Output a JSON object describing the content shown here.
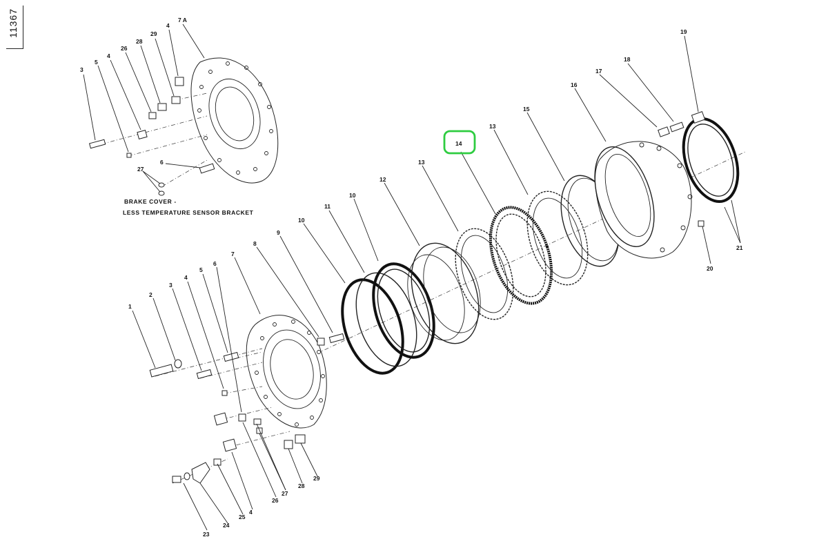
{
  "plate_number": "11367",
  "inset_caption_line1": "BRAKE COVER -",
  "inset_caption_line2": "LESS TEMPERATURE SENSOR BRACKET",
  "highlight_color": "#2ecc40",
  "highlighted_callout": "14",
  "callouts": {
    "c1": "1",
    "c2": "2",
    "c3a": "3",
    "c4a": "4",
    "c5a": "5",
    "c6a": "6",
    "c7": "7",
    "c8": "8",
    "c9": "9",
    "c10a": "10",
    "c11": "11",
    "c10b": "10",
    "c12": "12",
    "c13a": "13",
    "c14": "14",
    "c13b": "13",
    "c15": "15",
    "c16": "16",
    "c17": "17",
    "c18": "18",
    "c19": "19",
    "c20": "20",
    "c21": "21",
    "c23": "23",
    "c24": "24",
    "c25": "25",
    "c4b": "4",
    "c26a": "26",
    "c27a": "27",
    "c28a": "28",
    "c29a": "29",
    "i3": "3",
    "i5": "5",
    "i4": "4",
    "i26": "26",
    "i28": "28",
    "i29": "29",
    "i4b": "4",
    "i7a": "7 A",
    "i6": "6",
    "i27": "27"
  }
}
